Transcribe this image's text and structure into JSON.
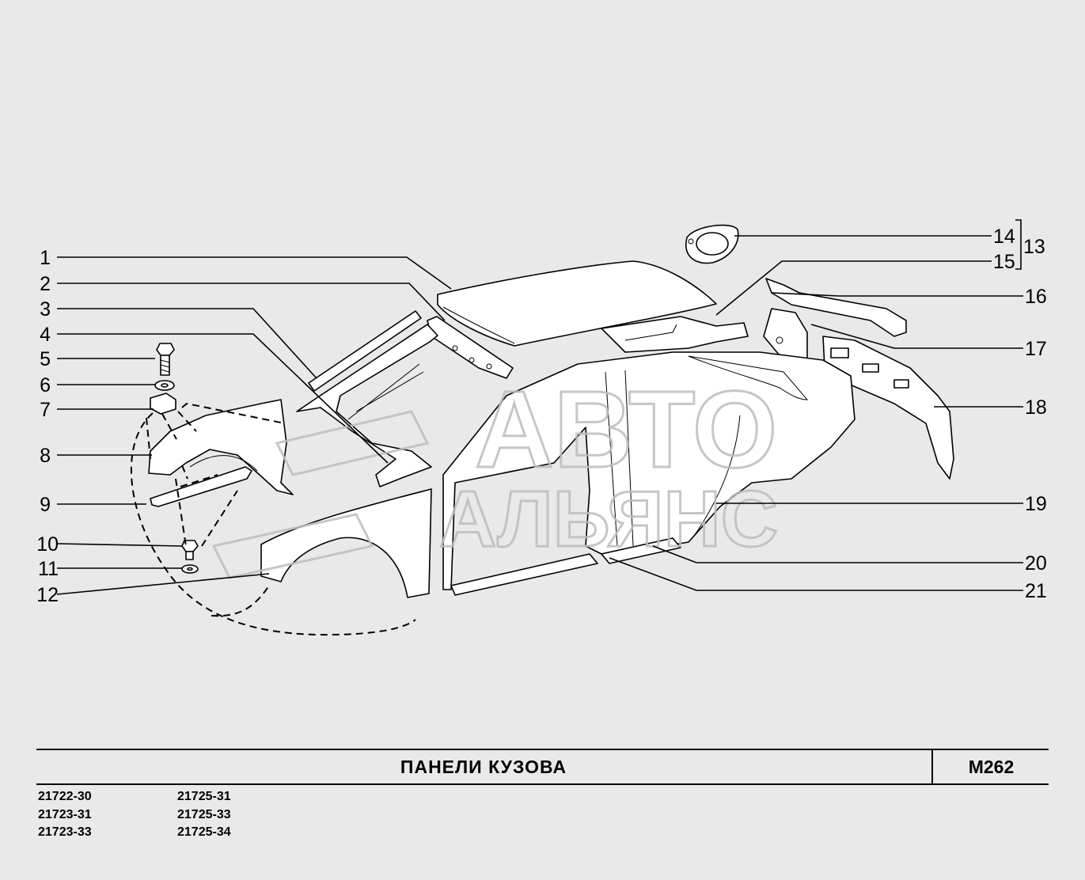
{
  "title": "ПАНЕЛИ   КУЗОВА",
  "code": "М262",
  "watermark": {
    "line1": "АВТО",
    "line2": "АЛЬЯНС"
  },
  "models": {
    "col1": [
      "21722-30",
      "21723-31",
      "21723-33"
    ],
    "col2": [
      "21725-31",
      "21725-33",
      "21725-34"
    ]
  },
  "labels": {
    "l1": "1",
    "l2": "2",
    "l3": "3",
    "l4": "4",
    "l5": "5",
    "l6": "6",
    "l7": "7",
    "l8": "8",
    "l9": "9",
    "l10": "10",
    "l11": "11",
    "l12": "12",
    "l13": "13",
    "l14": "14",
    "l15": "15",
    "l16": "16",
    "l17": "17",
    "l18": "18",
    "l19": "19",
    "l20": "20",
    "l21": "21"
  },
  "colors": {
    "background": "#e9e9e9",
    "ink": "#000000",
    "watermark": "#bdbdbd"
  }
}
